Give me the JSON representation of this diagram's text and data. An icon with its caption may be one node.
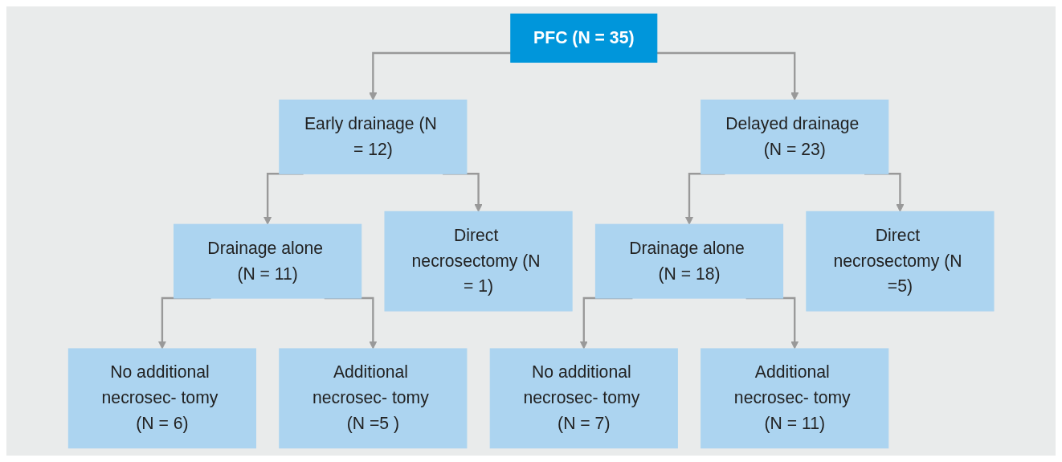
{
  "diagram": {
    "nodes": [
      {
        "text": [
          "PFC (N = 35)"
        ]
      },
      {
        "text": [
          "Early drainage (N = 12)"
        ]
      },
      {
        "text": [
          "Delayed drainage (N = 23)"
        ]
      },
      {
        "text": [
          "Drainage alone (N = 11)"
        ]
      },
      {
        "text": [
          "Direct necrosectomy (N = 1)"
        ]
      },
      {
        "text": [
          "Drainage alone (N = 18)"
        ]
      },
      {
        "text": [
          "Direct necrosectomy (N =5)"
        ]
      },
      {
        "text": [
          "No additional necrosec- tomy (N = 6)"
        ]
      },
      {
        "text": [
          "Additional necrosec- tomy (N =5 )"
        ]
      },
      {
        "text": [
          "No additional necrosec- tomy (N = 7)"
        ]
      },
      {
        "text": [
          "Additional necrosec- tomy (N = 11)"
        ]
      }
    ],
    "edges": [
      {
        "from": 0,
        "to": 1,
        "arrow": "to"
      },
      {
        "from": 0,
        "to": 2,
        "arrow": "to"
      },
      {
        "from": 1,
        "to": 3,
        "arrow": "to"
      },
      {
        "from": 1,
        "to": 4,
        "arrow": "to"
      },
      {
        "from": 2,
        "to": 5,
        "arrow": "to"
      },
      {
        "from": 2,
        "to": 6,
        "arrow": "to"
      },
      {
        "from": 3,
        "to": 7,
        "arrow": "to"
      },
      {
        "from": 3,
        "to": 8,
        "arrow": "to"
      },
      {
        "from": 5,
        "to": 9,
        "arrow": "to"
      },
      {
        "from": 5,
        "to": 10,
        "arrow": "to"
      }
    ]
  }
}
